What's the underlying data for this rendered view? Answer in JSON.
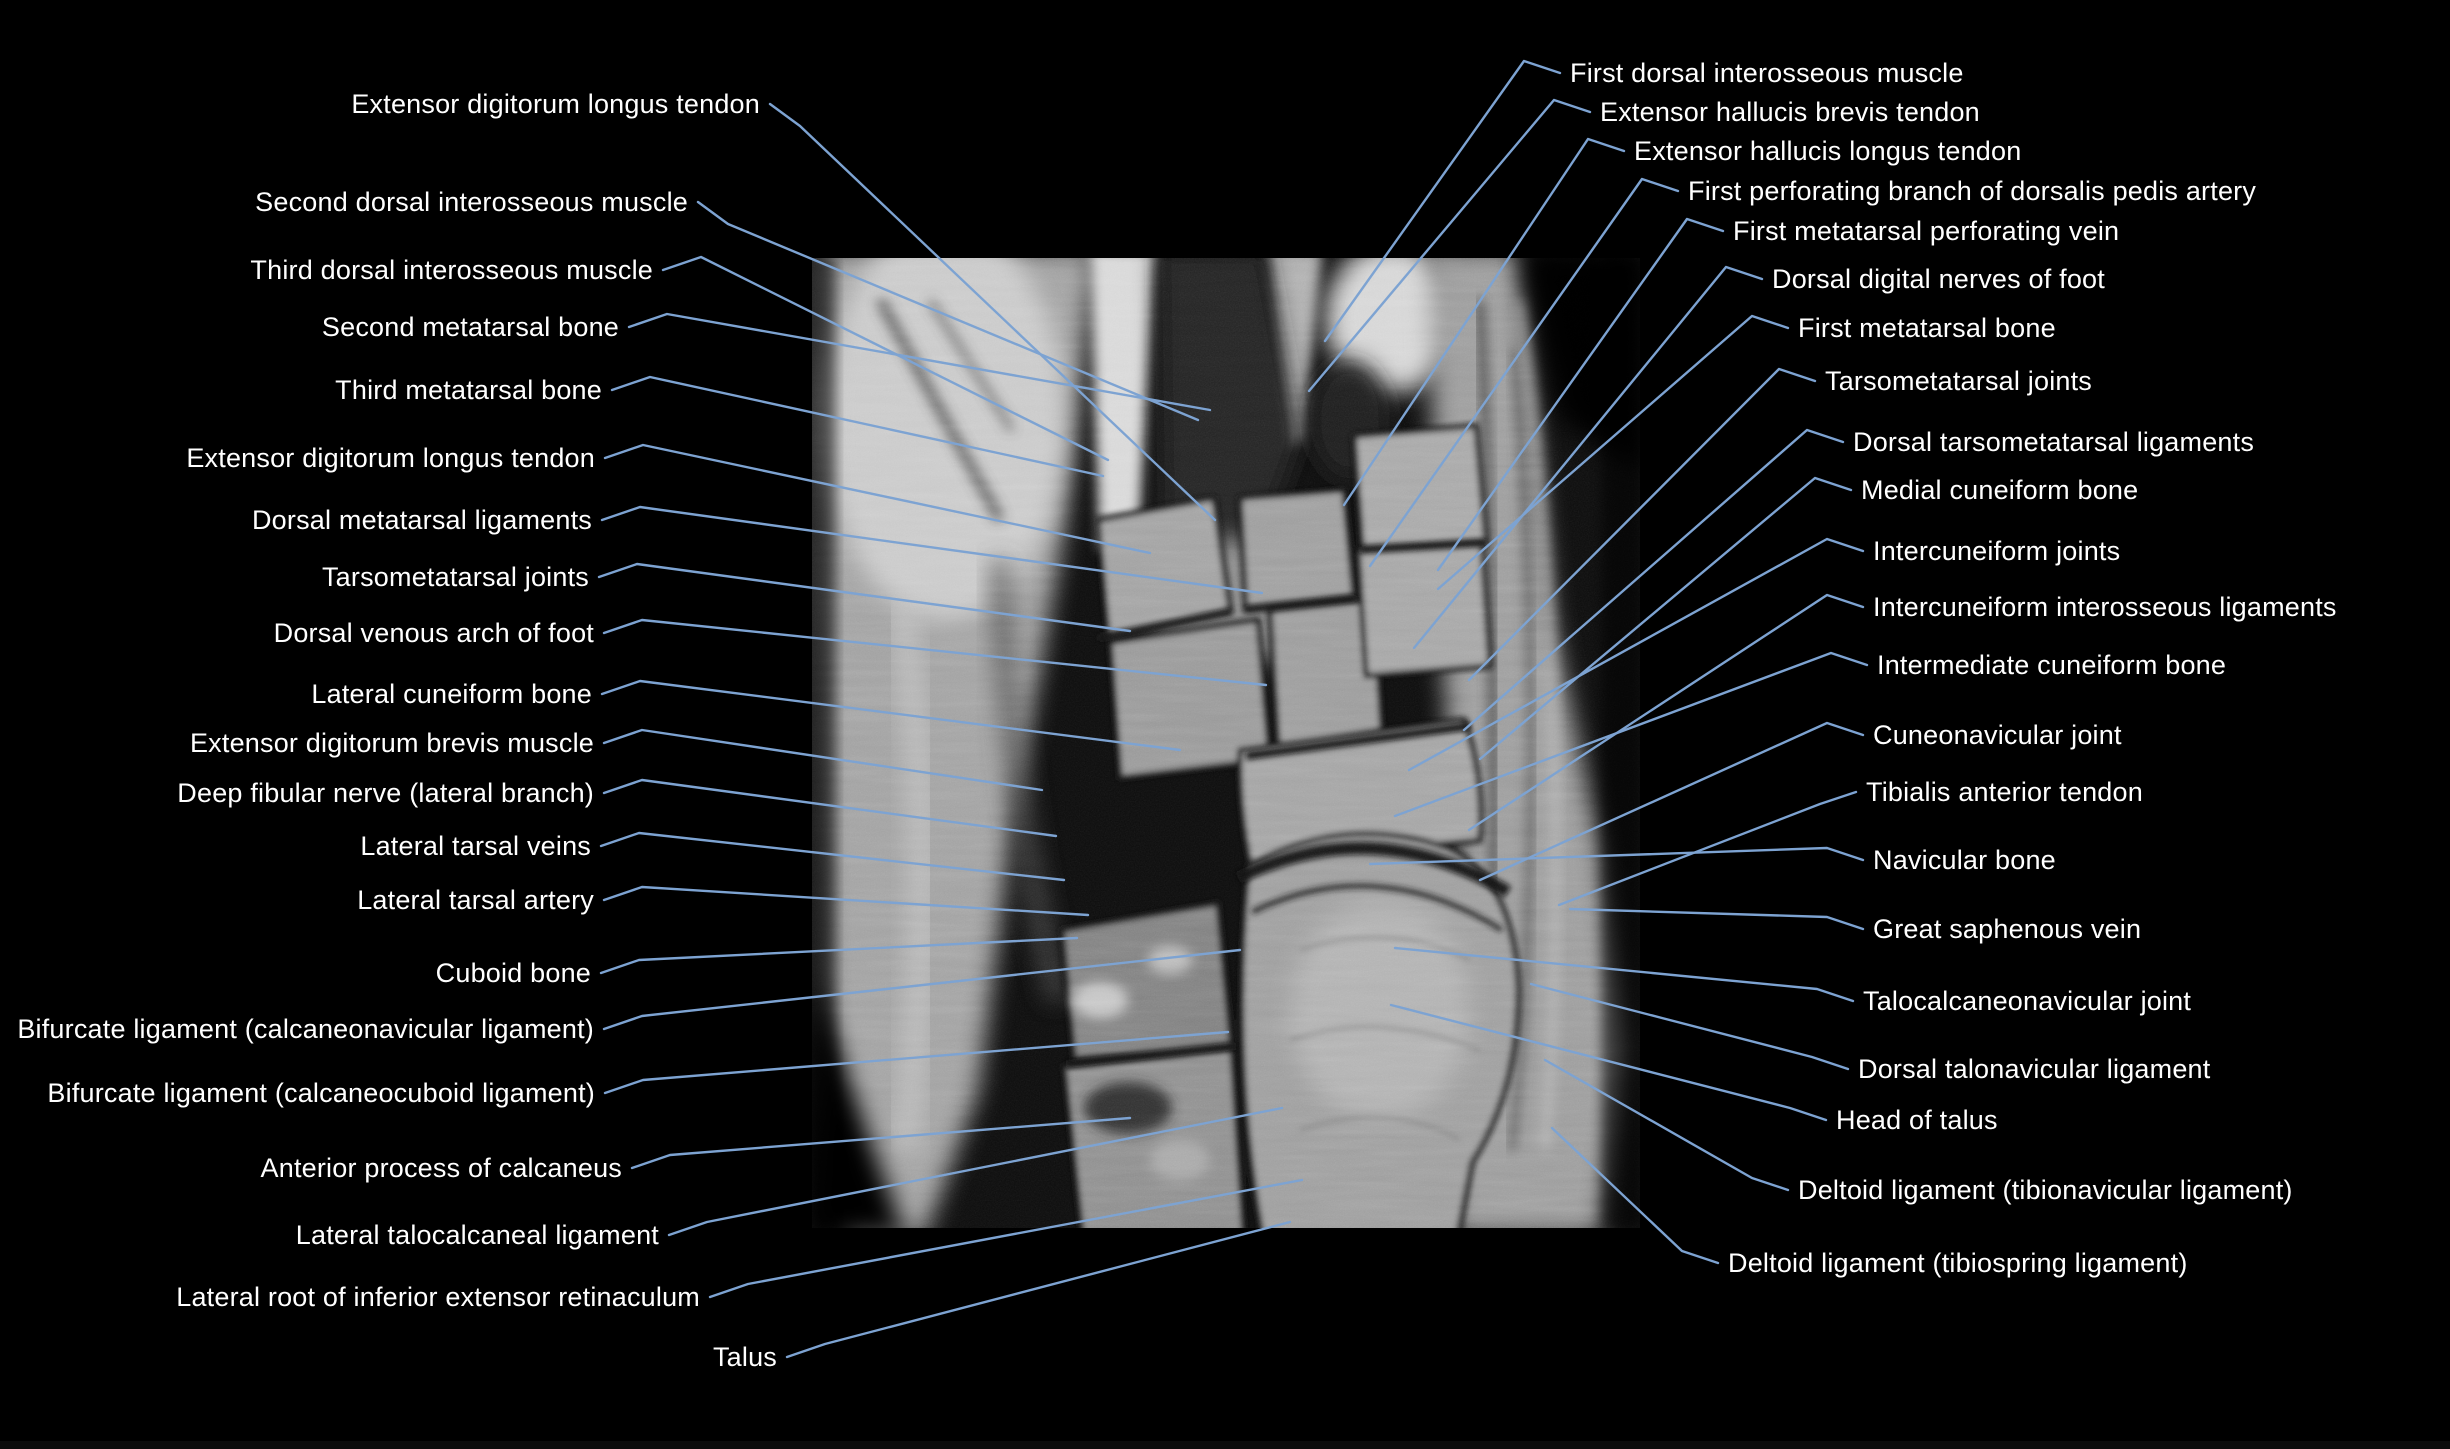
{
  "figure": {
    "background_color": "#000000",
    "label_text_color": "#ffffff",
    "leader_line_color": "#7da3d2"
  },
  "labels": {
    "left": [
      {
        "text": "Extensor digitorum longus tendon"
      },
      {
        "text": "Second dorsal interosseous muscle"
      },
      {
        "text": "Third dorsal interosseous muscle"
      },
      {
        "text": "Second metatarsal bone"
      },
      {
        "text": "Third metatarsal bone"
      },
      {
        "text": "Extensor digitorum longus tendon"
      },
      {
        "text": "Dorsal metatarsal ligaments"
      },
      {
        "text": "Tarsometatarsal joints"
      },
      {
        "text": "Dorsal venous arch of foot"
      },
      {
        "text": "Lateral cuneiform bone"
      },
      {
        "text": "Extensor digitorum brevis muscle"
      },
      {
        "text": "Deep fibular nerve (lateral branch)"
      },
      {
        "text": "Lateral tarsal veins"
      },
      {
        "text": "Lateral tarsal artery"
      },
      {
        "text": "Cuboid bone"
      },
      {
        "text": "Bifurcate ligament (calcaneonavicular ligament)"
      },
      {
        "text": "Bifurcate ligament (calcaneocuboid ligament)"
      },
      {
        "text": "Anterior process of calcaneus"
      },
      {
        "text": "Lateral talocalcaneal ligament"
      },
      {
        "text": "Lateral root of inferior extensor retinaculum"
      },
      {
        "text": "Talus"
      }
    ],
    "right": [
      {
        "text": "First dorsal interosseous muscle"
      },
      {
        "text": "Extensor hallucis brevis tendon"
      },
      {
        "text": "Extensor hallucis longus tendon"
      },
      {
        "text": "First perforating branch of dorsalis pedis artery"
      },
      {
        "text": "First metatarsal perforating vein"
      },
      {
        "text": "Dorsal digital nerves of foot"
      },
      {
        "text": "First metatarsal bone"
      },
      {
        "text": "Tarsometatarsal joints"
      },
      {
        "text": "Dorsal tarsometatarsal ligaments"
      },
      {
        "text": "Medial cuneiform bone"
      },
      {
        "text": "Intercuneiform joints"
      },
      {
        "text": "Intercuneiform interosseous ligaments"
      },
      {
        "text": "Intermediate cuneiform bone"
      },
      {
        "text": "Cuneonavicular joint"
      },
      {
        "text": "Tibialis anterior tendon"
      },
      {
        "text": "Navicular bone"
      },
      {
        "text": "Great saphenous vein"
      },
      {
        "text": "Talocalcaneonavicular joint"
      },
      {
        "text": "Dorsal talonavicular ligament"
      },
      {
        "text": "Head of talus"
      },
      {
        "text": "Deltoid ligament (tibionavicular ligament)"
      },
      {
        "text": "Deltoid ligament (tibiospring ligament)"
      }
    ]
  }
}
